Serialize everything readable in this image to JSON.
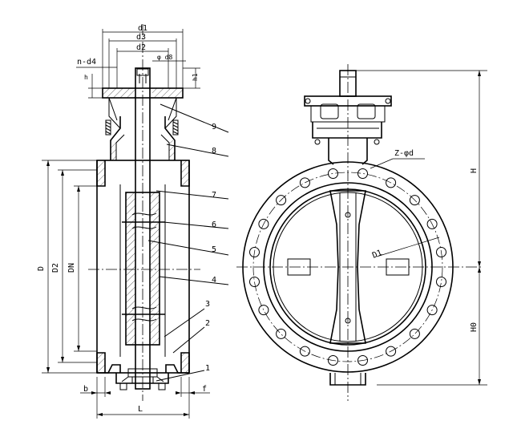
{
  "top_dims": {
    "d1": "d1",
    "d3": "d3",
    "d2": "d2",
    "phi_d8": "φ  d8",
    "n_d4": "n-d4",
    "h": "h",
    "h1": "h1"
  },
  "side_dims": {
    "D": "D",
    "D2": "D2",
    "DN": "DN",
    "b": "b",
    "f": "f",
    "L": "L"
  },
  "parts": [
    "1",
    "2",
    "3",
    "4",
    "5",
    "6",
    "7",
    "8",
    "9"
  ],
  "front_dims": {
    "Z_d": "Z-φd",
    "D1": "D1",
    "H": "H",
    "H0": "H0"
  }
}
